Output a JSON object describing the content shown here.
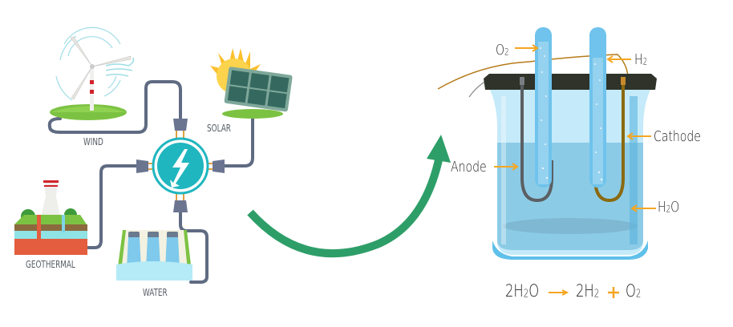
{
  "sources": {
    "wind": "WIND",
    "solar": "SOLAR",
    "geothermal": "GEOTHERMAL",
    "water": "WATER"
  },
  "hub_icon": "lightning-bolt-icon",
  "labels": {
    "o2": {
      "base": "O",
      "sub": "2"
    },
    "h2": {
      "base": "H",
      "sub": "2"
    },
    "cathode": "Cathode",
    "anode": "Anode",
    "h2o": {
      "pre": "H",
      "sub": "2",
      "post": "O"
    }
  },
  "equation": {
    "reactant_coef": "2",
    "reactant": {
      "pre": "H",
      "sub": "2",
      "post": "O"
    },
    "product1_coef": "2",
    "product1": {
      "pre": "H",
      "sub": "2"
    },
    "plus": "+",
    "product2": {
      "pre": "O",
      "sub": "2"
    }
  },
  "colors": {
    "cable": "#5f6b82",
    "hub": "#1fb6bf",
    "arrow": "#2e9e68",
    "label_arrow": "#f5a623",
    "water": "#7fc7e6",
    "beaker": "#a6dcf2",
    "lid": "#2f3329",
    "grass": "#7cc242"
  }
}
